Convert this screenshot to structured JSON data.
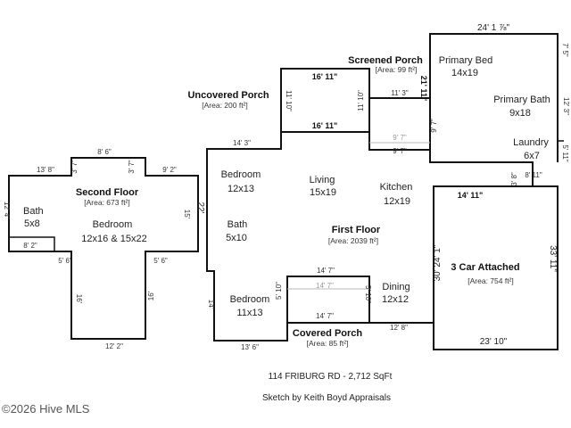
{
  "sections": {
    "second_floor": {
      "title": "Second Floor",
      "area": "[Area: 673 ft²]"
    },
    "first_floor": {
      "title": "First Floor",
      "area": "[Area: 2039 ft²]"
    },
    "uncovered_porch": {
      "title": "Uncovered Porch",
      "area": "[Area: 200 ft²]"
    },
    "screened_porch": {
      "title": "Screened Porch",
      "area": "[Area: 99 ft²]"
    },
    "garage": {
      "title": "3 Car Attached",
      "area": "[Area: 754 ft²]"
    },
    "covered_porch": {
      "title": "Covered Porch",
      "area": "[Area: 85 ft²]"
    }
  },
  "rooms": {
    "sf_bath": {
      "name": "Bath",
      "size": "5x8"
    },
    "sf_bedroom": {
      "name": "Bedroom",
      "size": "12x16 & 15x22"
    },
    "bedroom_a": {
      "name": "Bedroom",
      "size": "12x13"
    },
    "living": {
      "name": "Living",
      "size": "15x19"
    },
    "kitchen": {
      "name": "Kitchen",
      "size": "12x19"
    },
    "bath": {
      "name": "Bath",
      "size": "5x10"
    },
    "bedroom_b": {
      "name": "Bedroom",
      "size": "11x13"
    },
    "dining": {
      "name": "Dining",
      "size": "12x12"
    },
    "primary_bed": {
      "name": "Primary Bed",
      "size": "14x19"
    },
    "primary_bath": {
      "name": "Primary Bath",
      "size": "9x18"
    },
    "laundry": {
      "name": "Laundry",
      "size": "6x7"
    }
  },
  "dimensions": {
    "sf_top": "8' 6\"",
    "sf_left_top": "13' 8\"",
    "sf_right_top": "9' 2\"",
    "sf_step_l": "3' 7\"",
    "sf_step_r": "3' 7\"",
    "sf_left_side": "12' 4\"",
    "sf_right_side": "15'",
    "sf_bath_bottom": "8' 2\"",
    "sf_5_6_l": "5' 6\"",
    "sf_5_6_r": "5' 6\"",
    "sf_16_l": "16'",
    "sf_16_r": "16'",
    "sf_bottom": "12' 2\"",
    "up_top": "16' 11\"",
    "up_bottom": "16' 11\"",
    "up_left": "11' 10\"",
    "up_right": "11' 10\"",
    "ff_14_3": "14' 3\"",
    "ff_22": "22'",
    "ff_14": "14'",
    "ff_13_6": "13' 6\"",
    "sp_11_3": "11' 3\"",
    "sp_21_11": "21' 11\"",
    "sp_9_7_gray": "9' 7\"",
    "sp_9_7": "9' 7\"",
    "sp_9_7_side": "9' 7\"",
    "pb_top": "24' 1 ⅞\"",
    "pb_7_5": "7' 5\"",
    "pb_12_3": "12' 3\"",
    "pb_5_11": "5' 11\"",
    "ld_8_11": "8' 11\"",
    "ld_3_8": "3' 8\"",
    "g_14_11": "14' 11\"",
    "g_left": "30' 24' 1\"",
    "g_right": "33' 11\"",
    "g_bottom": "23' 10\"",
    "cp_top": "14' 7\"",
    "cp_mid": "14' 7\"",
    "cp_bottom": "14' 7\"",
    "cp_5_10_l": "5' 10\"",
    "cp_5_10_r": "5' 10\"",
    "cp_12_8": "12' 8\""
  },
  "footer": {
    "address": "114 FRIBURG RD - 2,712 SqFt",
    "credit": "Sketch by Keith Boyd Appraisals",
    "watermark": "©2026 Hive MLS"
  }
}
